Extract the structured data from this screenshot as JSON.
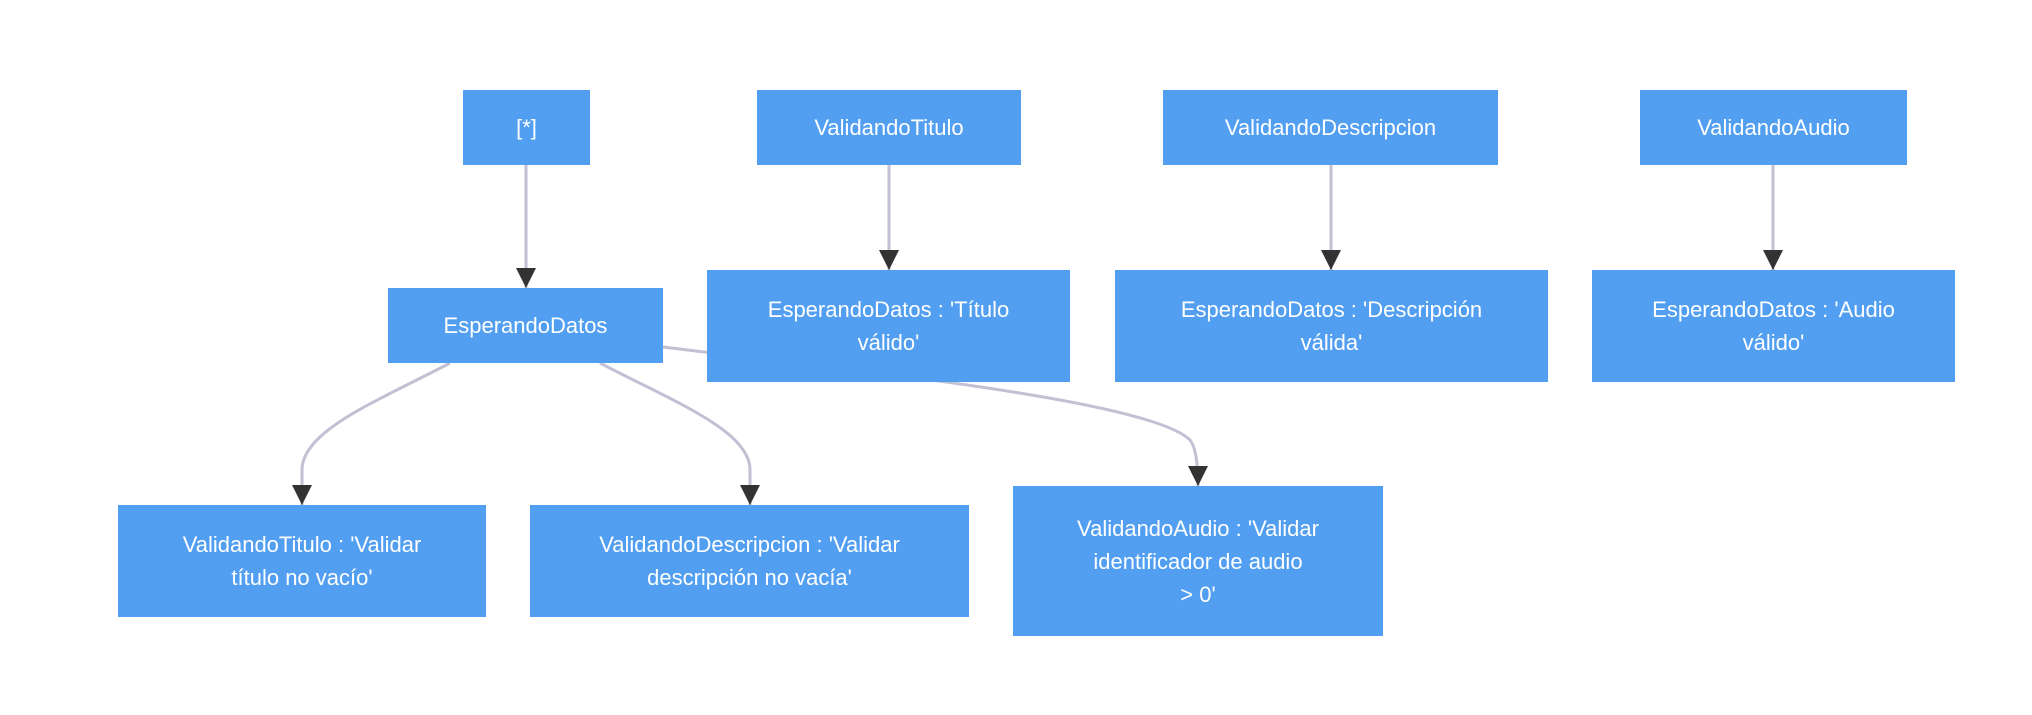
{
  "diagram": {
    "nodes": {
      "start": "[*]",
      "validando_titulo": "ValidandoTitulo",
      "validando_descripcion": "ValidandoDescripcion",
      "validando_audio": "ValidandoAudio",
      "esperando_datos": "EsperandoDatos",
      "esperando_titulo_valido": "EsperandoDatos : 'Título\nválido'",
      "esperando_descripcion_valida": "EsperandoDatos : 'Descripción\nválida'",
      "esperando_audio_valido": "EsperandoDatos : 'Audio\nválido'",
      "validar_titulo": "ValidandoTitulo : 'Validar\ntítulo no vacío'",
      "validar_descripcion": "ValidandoDescripcion : 'Validar\ndescripción no vacía'",
      "validar_audio": "ValidandoAudio : 'Validar\nidentificador de audio\n> 0'"
    },
    "edges": [
      {
        "from": "start",
        "to": "esperando_datos"
      },
      {
        "from": "validando_titulo",
        "to": "esperando_titulo_valido"
      },
      {
        "from": "validando_descripcion",
        "to": "esperando_descripcion_valida"
      },
      {
        "from": "validando_audio",
        "to": "esperando_audio_valido"
      },
      {
        "from": "esperando_datos",
        "to": "validar_titulo"
      },
      {
        "from": "esperando_datos",
        "to": "validar_descripcion"
      },
      {
        "from": "esperando_datos",
        "to": "validar_audio"
      }
    ],
    "colors": {
      "node_fill": "#529ff1",
      "node_text": "#ffffff",
      "edge_line": "#c1c1d4",
      "arrow_head": "#333333"
    }
  }
}
